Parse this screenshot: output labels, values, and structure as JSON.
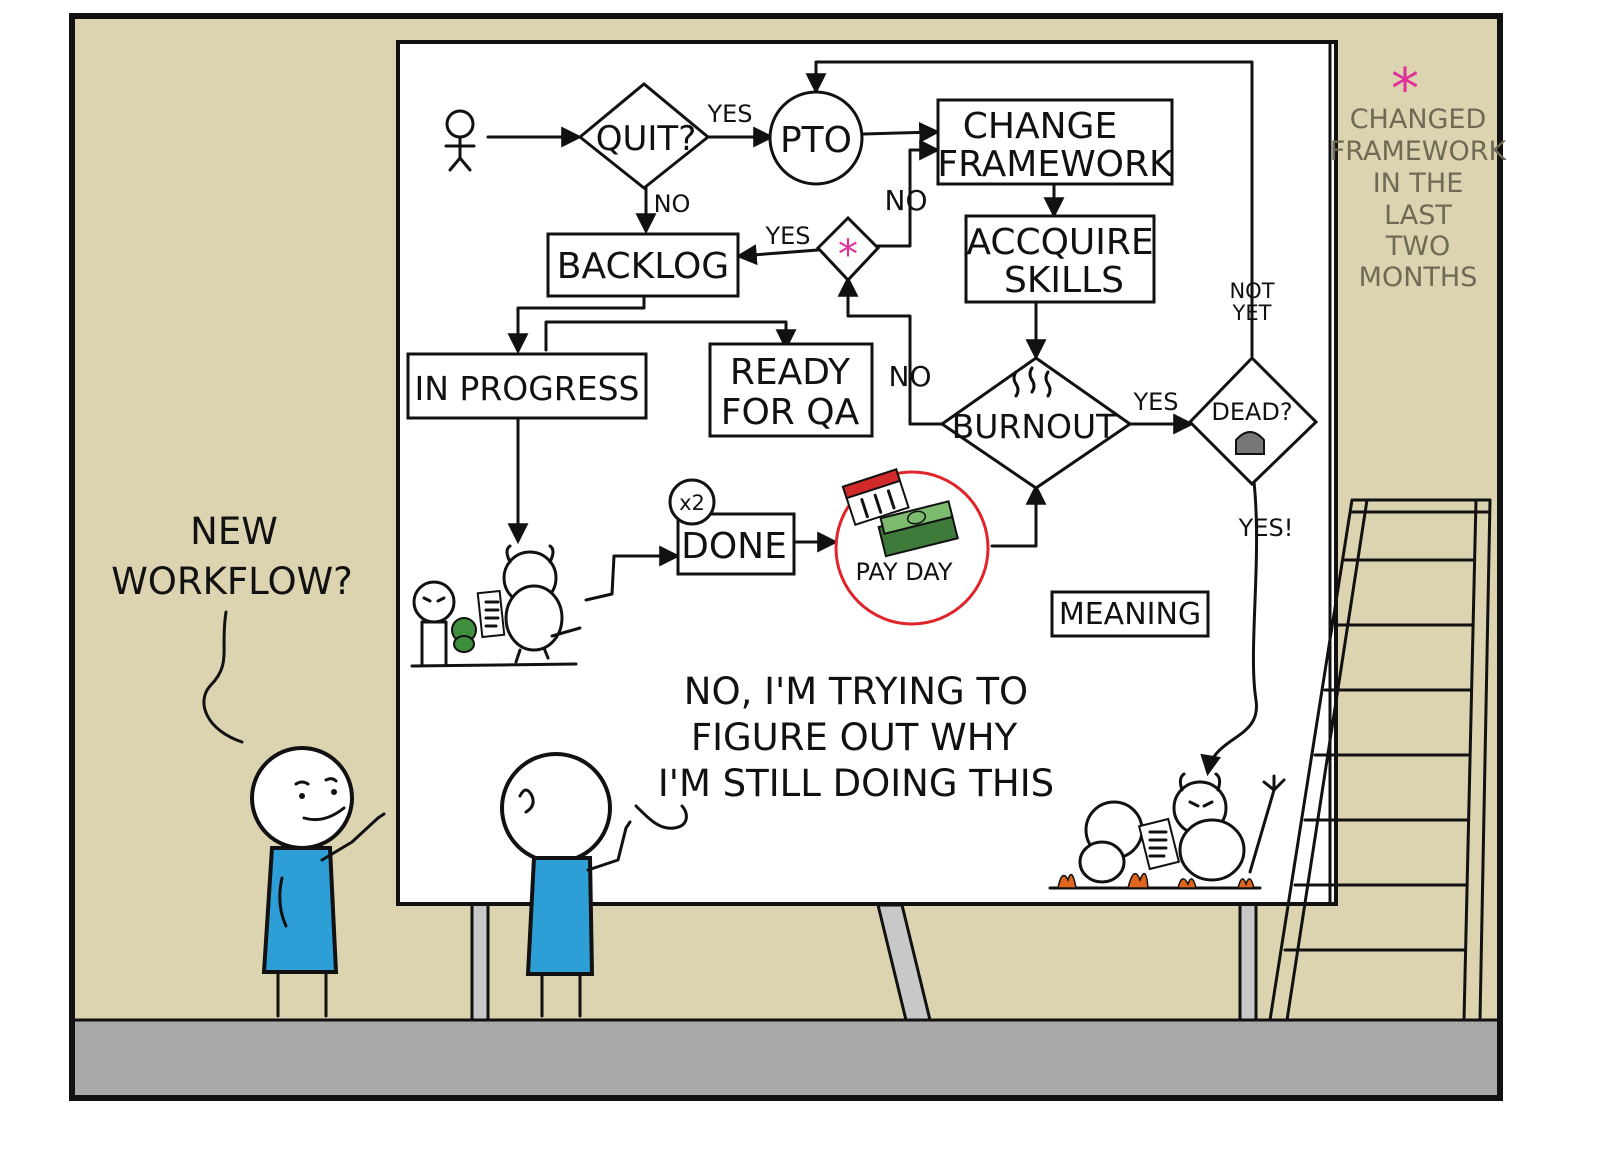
{
  "colors": {
    "wall": "#dcd4b1",
    "floor": "#a9a9a9",
    "board": "#ffffff",
    "shirt": "#2e9ed6",
    "accent_pink": "#e0309a",
    "circle_red": "#e0242a",
    "money_green": "#3e7a3a"
  },
  "flowchart": {
    "quit": "QUIT?",
    "pto": "PTO",
    "change_framework_line1": "CHANGE",
    "change_framework_line2": "FRAMEWORK",
    "backlog": "BACKLOG",
    "asterisk": "*",
    "acquire_skills_line1": "ACCQUIRE",
    "acquire_skills_line2": "SKILLS",
    "in_progress": "IN PROGRESS",
    "ready_qa_line1": "READY",
    "ready_qa_line2": "FOR QA",
    "burnout": "BURNOUT",
    "dead": "DEAD?",
    "done": "DONE",
    "x2": "x2",
    "pay_day": "PAY DAY",
    "meaning": "MEANING",
    "yes_quit": "YES",
    "no_quit": "NO",
    "yes_asterisk": "YES",
    "no_asterisk": "NO",
    "no_burnout": "NO",
    "yes_burnout": "YES",
    "not_yet_line1": "NOT",
    "not_yet_line2": "YET",
    "yes_dead": "YES!"
  },
  "side_note": {
    "symbol": "*",
    "lines": [
      "CHANGED",
      "FRAMEWORK",
      "IN THE",
      "LAST",
      "TWO",
      "MONTHS"
    ]
  },
  "speech_left": [
    "NEW",
    "WORKFLOW?"
  ],
  "speech_right": [
    "NO, I'M TRYING TO",
    "FIGURE OUT WHY",
    "I'M STILL DOING THIS"
  ]
}
